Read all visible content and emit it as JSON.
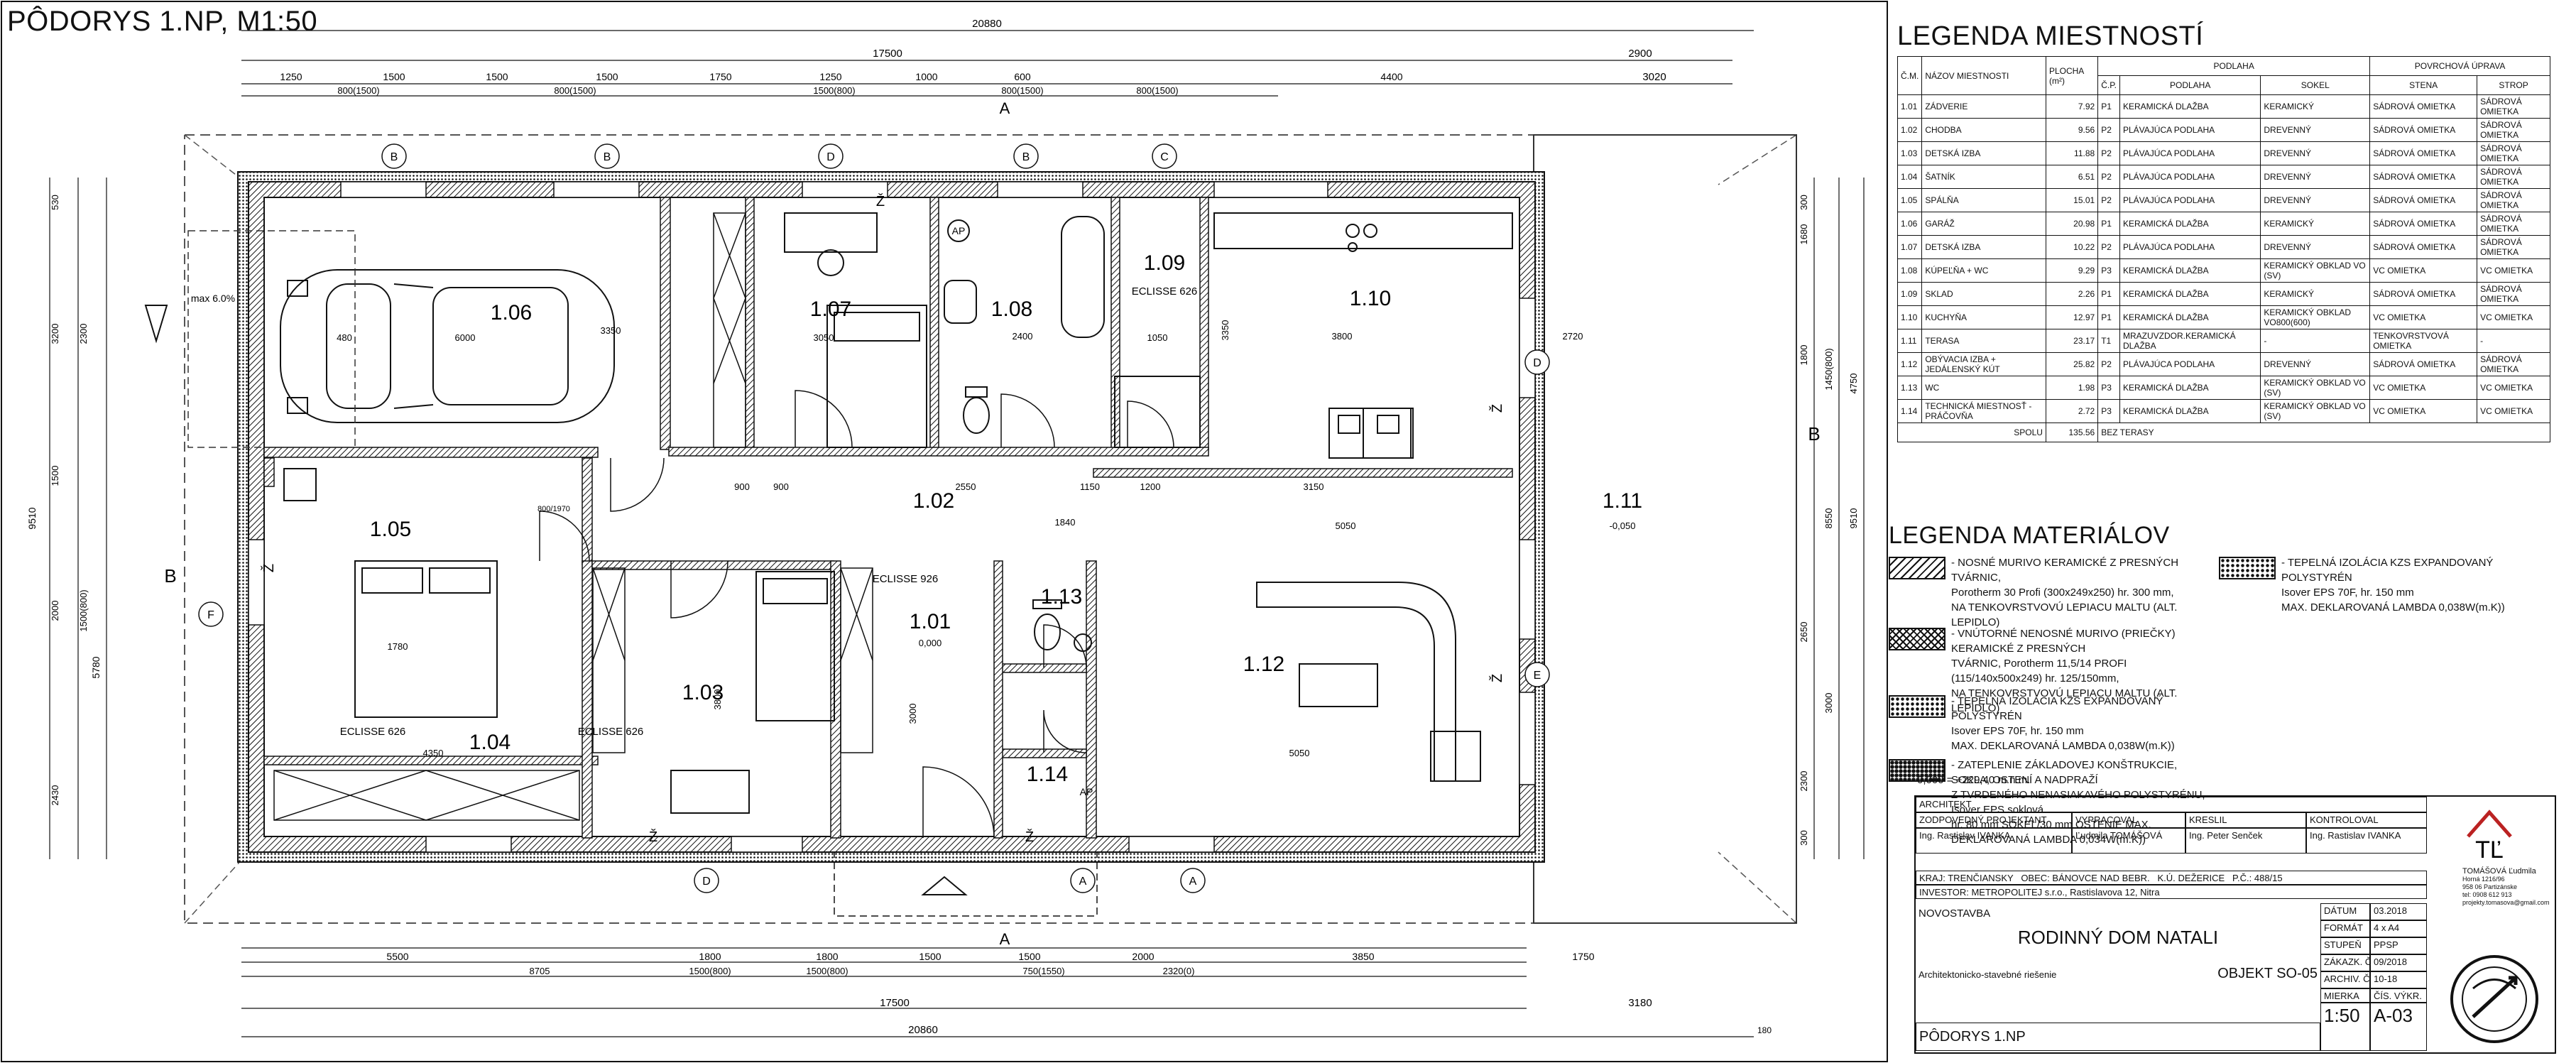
{
  "sheet": {
    "title": "PÔDORYS 1.NP, M1:50"
  },
  "dimensions": {
    "top_overall": "20880",
    "top_building": "17500",
    "top_segments": [
      "1250",
      "1500",
      "1500",
      "1500",
      "1750",
      "1250",
      "1000",
      "600",
      "4400"
    ],
    "top_sub": [
      "800(1500)",
      "800(1500)",
      "1500(800)",
      "800(1500)",
      "800(1500)"
    ],
    "terrace_top": [
      "2900",
      "3020"
    ],
    "left_vertical": [
      "530",
      "3200",
      "2300",
      "1500",
      "2000",
      "1500(800)",
      "2430",
      "9510",
      "5780"
    ],
    "right_vertical": [
      "300",
      "1680",
      "1800",
      "1450(800)",
      "4750",
      "8550",
      "9510",
      "2650",
      "3000",
      "2300",
      "300"
    ],
    "bottom_segments": [
      "5500",
      "1800",
      "1800",
      "1500",
      "1500",
      "2000",
      "3850",
      "1750"
    ],
    "bottom_sub": [
      "8705",
      "1500(800)",
      "1500(800)",
      "750(1550)",
      "2320(0)"
    ],
    "bottom_overall": [
      "17500",
      "20860",
      "3180",
      "180"
    ],
    "interior": [
      "6000",
      "3350",
      "480",
      "900",
      "3050",
      "2400",
      "1050",
      "3800",
      "3350",
      "2720",
      "4350",
      "1780",
      "3800",
      "3000",
      "2550",
      "1840",
      "5050",
      "5050",
      "3150",
      "900",
      "1150",
      "1200"
    ],
    "door_tag": "800/1970",
    "slope": "max 6.0%"
  },
  "axes": [
    "B",
    "B",
    "D",
    "B",
    "C",
    "D",
    "E",
    "F",
    "D",
    "A",
    "A"
  ],
  "section_marks": [
    "A",
    "A",
    "B",
    "B"
  ],
  "rooms": [
    {
      "id": "1.06",
      "name": "GARÁŽ"
    },
    {
      "id": "1.07",
      "name": "DETSKÁ IZBA"
    },
    {
      "id": "1.08",
      "name": "KÚPEĽŇA + WC"
    },
    {
      "id": "1.09",
      "name": "SKLAD"
    },
    {
      "id": "1.10",
      "name": "KUCHYŇA"
    },
    {
      "id": "1.05",
      "name": "SPÁLŇA"
    },
    {
      "id": "1.02",
      "name": "CHODBA"
    },
    {
      "id": "1.11",
      "name": "TERASA"
    },
    {
      "id": "1.03",
      "name": "DETSKÁ IZBA"
    },
    {
      "id": "1.01",
      "name": "ZÁDVERIE"
    },
    {
      "id": "1.13",
      "name": "WC"
    },
    {
      "id": "1.12",
      "name": "OBÝVACIA IZBA"
    },
    {
      "id": "1.04",
      "name": "ŠATNÍK"
    },
    {
      "id": "1.14",
      "name": "TECHNICKÁ MIESTNOSŤ"
    }
  ],
  "plan_labels": {
    "eclisse_1": "ECLISSE 626",
    "eclisse_2": "ECLISSE 926",
    "eclisse_3": "ECLISSE 626",
    "eclisse_4": "ECLISSE 626",
    "level_101": "0,000",
    "level_111": "-0,050",
    "ap": "AP",
    "z": "Ž"
  },
  "room_legend": {
    "title": "LEGENDA MIESTNOSTÍ",
    "headers": {
      "cm": "Č.M.",
      "name": "NÁZOV MIESTNOSTI",
      "area": "PLOCHA (m²)",
      "floor_group": "PODLAHA",
      "finish_group": "POVRCHOVÁ ÚPRAVA",
      "cp": "Č.P.",
      "floor": "PODLAHA",
      "skirting": "SOKEL",
      "wall": "STENA",
      "ceiling": "STROP"
    },
    "rows": [
      [
        "1.01",
        "ZÁDVERIE",
        "7.92",
        "P1",
        "KERAMICKÁ DLAŽBA",
        "KERAMICKÝ",
        "SÁDROVÁ OMIETKA",
        "SÁDROVÁ OMIETKA"
      ],
      [
        "1.02",
        "CHODBA",
        "9.56",
        "P2",
        "PLÁVAJÚCA PODLAHA",
        "DREVENNÝ",
        "SÁDROVÁ OMIETKA",
        "SÁDROVÁ OMIETKA"
      ],
      [
        "1.03",
        "DETSKÁ IZBA",
        "11.88",
        "P2",
        "PLÁVAJÚCA PODLAHA",
        "DREVENNÝ",
        "SÁDROVÁ OMIETKA",
        "SÁDROVÁ OMIETKA"
      ],
      [
        "1.04",
        "ŠATNÍK",
        "6.51",
        "P2",
        "PLÁVAJÚCA PODLAHA",
        "DREVENNÝ",
        "SÁDROVÁ OMIETKA",
        "SÁDROVÁ OMIETKA"
      ],
      [
        "1.05",
        "SPÁLŇA",
        "15.01",
        "P2",
        "PLÁVAJÚCA PODLAHA",
        "DREVENNÝ",
        "SÁDROVÁ OMIETKA",
        "SÁDROVÁ OMIETKA"
      ],
      [
        "1.06",
        "GARÁŽ",
        "20.98",
        "P1",
        "KERAMICKÁ DLAŽBA",
        "KERAMICKÝ",
        "SÁDROVÁ OMIETKA",
        "SÁDROVÁ OMIETKA"
      ],
      [
        "1.07",
        "DETSKÁ IZBA",
        "10.22",
        "P2",
        "PLÁVAJÚCA PODLAHA",
        "DREVENNÝ",
        "SÁDROVÁ OMIETKA",
        "SÁDROVÁ OMIETKA"
      ],
      [
        "1.08",
        "KÚPEĽŇA + WC",
        "9.29",
        "P3",
        "KERAMICKÁ DLAŽBA",
        "KERAMICKÝ OBKLAD VO (SV)",
        "VC OMIETKA",
        "VC OMIETKA"
      ],
      [
        "1.09",
        "SKLAD",
        "2.26",
        "P1",
        "KERAMICKÁ DLAŽBA",
        "KERAMICKÝ",
        "SÁDROVÁ OMIETKA",
        "SÁDROVÁ OMIETKA"
      ],
      [
        "1.10",
        "KUCHYŇA",
        "12.97",
        "P1",
        "KERAMICKÁ DLAŽBA",
        "KERAMICKÝ OBKLAD VO800(600)",
        "VC OMIETKA",
        "VC OMIETKA"
      ],
      [
        "1.11",
        "TERASA",
        "23.17",
        "T1",
        "MRAZUVZDOR.KERAMICKÁ DLAŽBA",
        "-",
        "TENKOVRSTVOVÁ OMIETKA",
        "-"
      ],
      [
        "1.12",
        "OBÝVACIA IZBA + JEDÁLENSKÝ KÚT",
        "25.82",
        "P2",
        "PLÁVAJÚCA PODLAHA",
        "DREVENNÝ",
        "SÁDROVÁ OMIETKA",
        "SÁDROVÁ OMIETKA"
      ],
      [
        "1.13",
        "WC",
        "1.98",
        "P3",
        "KERAMICKÁ DLAŽBA",
        "KERAMICKÝ OBKLAD VO (SV)",
        "VC OMIETKA",
        "VC OMIETKA"
      ],
      [
        "1.14",
        "TECHNICKÁ MIESTNOSŤ - PRÁČOVŇA",
        "2.72",
        "P3",
        "KERAMICKÁ DLAŽBA",
        "KERAMICKÝ OBKLAD VO (SV)",
        "VC OMIETKA",
        "VC OMIETKA"
      ]
    ],
    "total_label": "SPOLU",
    "total_value": "135.56",
    "total_note": "BEZ TERASY"
  },
  "material_legend": {
    "title": "LEGENDA MATERIÁLOV",
    "items": [
      {
        "pattern": "diag",
        "lines": [
          "- NOSNÉ MURIVO KERAMICKÉ Z PRESNÝCH TVÁRNIC,",
          "Porotherm 30 Profi (300x249x250) hr. 300 mm,",
          "NA TENKOVRSTVOVÚ LEPIACU MALTU (ALT. LEPIDLO)"
        ]
      },
      {
        "pattern": "cross",
        "lines": [
          "- VNÚTORNÉ NENOSNÉ MURIVO (PRIEČKY) KERAMICKÉ Z PRESNÝCH",
          "TVÁRNIC, Porotherm 11,5/14 PROFI (115/140x500x249) hr. 125/150mm,",
          "NA TENKOVRSTVOVÚ LEPIACU MALTU (ALT. LEPIDLO)"
        ]
      },
      {
        "pattern": "dots",
        "lines": [
          "- TEPELNÁ IZOLÁCIA KZS EXPANDOVANÝ POLYSTYRÉN",
          "Isover EPS 70F, hr. 150 mm",
          "MAX. DEKLAROVANÁ LAMBDA 0,038W(m.K))"
        ]
      },
      {
        "pattern": "dots2",
        "lines": [
          "- ZATEPLENIE ZÁKLADOVEJ KONŠTRUKCIE, SOKLA, OSTENÍ A NADPRAŽÍ",
          "Z TVRDENÉHO NENASIAKAVÉHO POLYSTYRÉNU, Isover EPS soklová",
          "hr. 80 mm SOKEL/30 mm OSTENIE MAX. DEKLAROVANÁ LAMBDA 0,034W(m.K))"
        ]
      },
      {
        "pattern": "dots",
        "lines": [
          "- TEPELNÁ IZOLÁCIA KZS EXPANDOVANÝ POLYSTYRÉN",
          "Isover EPS 70F, hr. 150 mm",
          "MAX. DEKLAROVANÁ LAMBDA 0,038W(m.K))"
        ]
      }
    ],
    "elevation": "0,000 = +229,40 m.n.m."
  },
  "title_block": {
    "architekt": "ARCHITEKT",
    "zodp_label": "ZODPOVEDNÝ PROJEKTANT",
    "zodp_name": "Ing. Rastislav IVANKA",
    "vypracoval_label": "VYPRACOVAL",
    "vypracoval_name": "Ľudmila TOMÁŠOVÁ",
    "kreslil_label": "KRESLIL",
    "kreslil_name": "Ing. Peter Senček",
    "kontroloval_label": "KONTROLOVAL",
    "kontroloval_name": "Ing. Rastislav IVANKA",
    "kraj_label": "KRAJ:",
    "kraj": "TRENČIANSKY",
    "obec_label": "OBEC:",
    "obec": "BÁNOVCE NAD BEBR.",
    "ku_label": "K.Ú.",
    "ku": "DEŽERICE",
    "pc_label": "P.Č.:",
    "pc": "488/15",
    "investor_label": "INVESTOR:",
    "investor": "METROPOLITEJ s.r.o., Rastislavova 12, Nitra",
    "novostavba": "NOVOSTAVBA",
    "project": "RODINNÝ DOM  NATALI",
    "subtitle": "Architektonicko-stavebné riešenie",
    "objekt": "OBJEKT SO-05",
    "drawing": "PÔDORYS 1.NP",
    "datum_label": "DÁTUM",
    "datum": "03.2018",
    "format_label": "FORMÁT",
    "format": "4 x A4",
    "stupen_label": "STUPEŇ",
    "stupen": "PPSP",
    "zakazka_label": "ZÁKAZK. Č.",
    "zakazka": "09/2018",
    "archiv_label": "ARCHIV. Č.",
    "archiv": "10-18",
    "mierka_label": "MIERKA",
    "mierka": "1:50",
    "cv_label": "ČÍS. VÝKR.",
    "cv": "A-03",
    "logo_initials": "TĽ",
    "office_name": "TOMÁŠOVÁ Ľudmila",
    "office_l1": "Horná 1216/96",
    "office_l2": "958 06 Partizánske",
    "office_l3": "tel: 0908 612 913",
    "office_l4": "projekty.tomasova@gmail.com"
  }
}
